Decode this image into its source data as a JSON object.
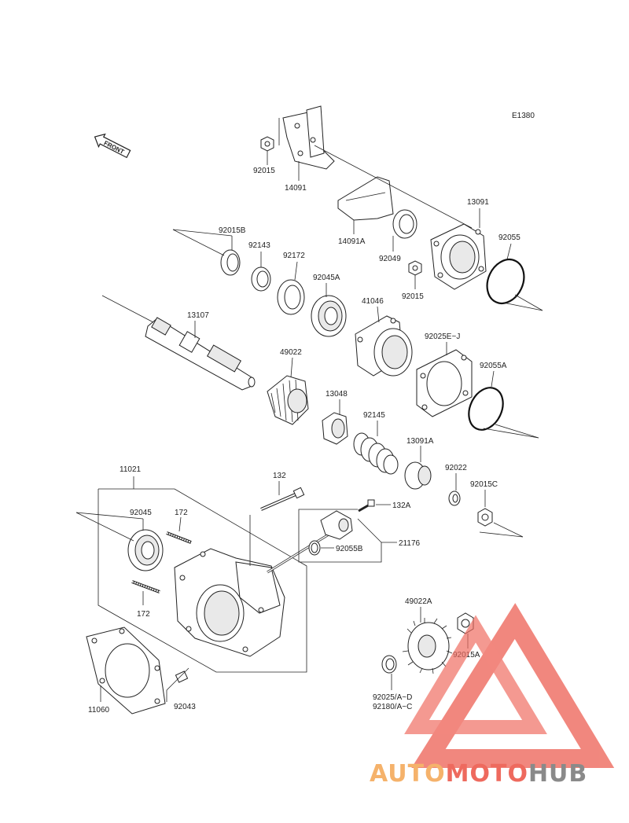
{
  "diagram_code": "E1380",
  "front_label": "FRONT",
  "watermark": {
    "part1": "AUTO",
    "part2": "MOTO",
    "part3": "HUB",
    "color_orange": "#f5b26b",
    "color_red": "#ee6a5e",
    "color_gray": "#8a8a8a"
  },
  "labels": {
    "p92015_top": "92015",
    "p14091": "14091",
    "p14091A": "14091A",
    "p13091": "13091",
    "p92055": "92055",
    "p92049": "92049",
    "p92015_mid": "92015",
    "p92015B": "92015B",
    "p92143": "92143",
    "p92172": "92172",
    "p92045A": "92045A",
    "p41046": "41046",
    "p13107": "13107",
    "p49022": "49022",
    "p92025EJ": "92025E~J",
    "p92055A": "92055A",
    "p13048": "13048",
    "p92145": "92145",
    "p13091A": "13091A",
    "p92022": "92022",
    "p92015C": "92015C",
    "p11021": "11021",
    "p132": "132",
    "p132A": "132A",
    "p92045": "92045",
    "p172_top": "172",
    "p21176": "21176",
    "p92055B": "92055B",
    "p172_bot": "172",
    "p49022A": "49022A",
    "p92015A": "92015A",
    "p11060": "11060",
    "p92043": "92043",
    "p92025AD": "92025/A~D",
    "p92180AC": "92180/A~C"
  }
}
